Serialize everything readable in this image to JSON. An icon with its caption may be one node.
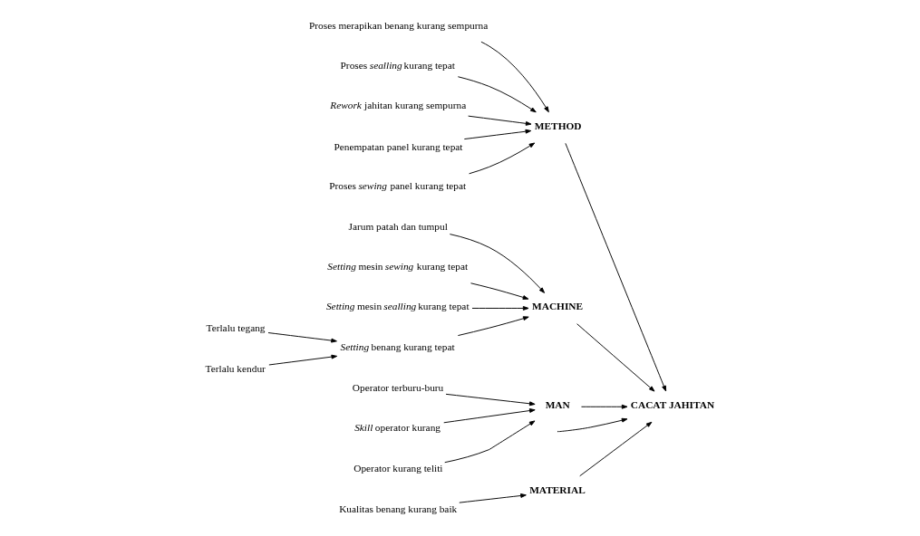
{
  "diagram": {
    "nodes": [
      {
        "text": [
          "MATERIAL"
        ]
      },
      {
        "text": [
          "Kualitas benang kurang baik"
        ]
      },
      {
        "text": [
          "METHOD"
        ]
      },
      {
        "text": [
          "Proses merapikan benang kurang sempurna"
        ]
      },
      {
        "text": [
          "Proses *sealling* kurang tepat"
        ]
      },
      {
        "text": [
          "*Rework* jahitan kurang sempurna"
        ]
      },
      {
        "text": [
          "Penempatan panel kurang tepat"
        ]
      },
      {
        "text": [
          "Proses *sewing* panel kurang tepat"
        ]
      },
      {
        "text": [
          "CACAT JAHITAN"
        ]
      },
      {
        "text": [
          "Jarum patah dan tumpul"
        ]
      },
      {
        "text": [
          "*Setting* mesin *sewing* kurang tepat"
        ]
      },
      {
        "text": [
          "*Setting* mesin *sealling* kurang tepat"
        ]
      },
      {
        "text": [
          "Terlalu tegang"
        ]
      },
      {
        "text": [
          "*Setting* benang kurang tepat"
        ]
      },
      {
        "text": [
          "Terlalu kendur"
        ]
      },
      {
        "text": [
          "MACHINE"
        ]
      },
      {
        "text": [
          "Operator terburu-buru"
        ]
      },
      {
        "text": [
          "*Skill* operator kurang"
        ]
      },
      {
        "text": [
          "Operator kurang teliti"
        ]
      },
      {
        "text": [
          "MAN"
        ]
      }
    ],
    "edges": [
      {
        "from": 1,
        "to": 0,
        "arrow": "to"
      },
      {
        "from": 3,
        "to": 2,
        "arrow": "to"
      },
      {
        "from": 4,
        "to": 2,
        "arrow": "to"
      },
      {
        "from": 5,
        "to": 2,
        "arrow": "to"
      },
      {
        "from": 6,
        "to": 2,
        "arrow": "to"
      },
      {
        "from": 7,
        "to": 2,
        "arrow": "to"
      },
      {
        "from": 9,
        "to": 15,
        "arrow": "to"
      },
      {
        "from": 10,
        "to": 15,
        "arrow": "to"
      },
      {
        "from": 11,
        "to": 15,
        "arrow": "to"
      },
      {
        "from": 12,
        "to": 13,
        "arrow": "to"
      },
      {
        "from": 14,
        "to": 13,
        "arrow": "to"
      },
      {
        "from": 13,
        "to": 15,
        "arrow": "to"
      },
      {
        "from": 16,
        "to": 19,
        "arrow": "to"
      },
      {
        "from": 17,
        "to": 19,
        "arrow": "to"
      },
      {
        "from": 18,
        "to": 19,
        "arrow": "to"
      },
      {
        "from": 0,
        "to": 8,
        "arrow": "to"
      },
      {
        "from": 2,
        "to": 8,
        "arrow": "to"
      },
      {
        "from": 15,
        "to": 8,
        "arrow": "to"
      },
      {
        "from": 19,
        "to": 8,
        "arrow": "to"
      },
      {
        "from": null,
        "to": 8,
        "arrow": "to"
      }
    ]
  }
}
